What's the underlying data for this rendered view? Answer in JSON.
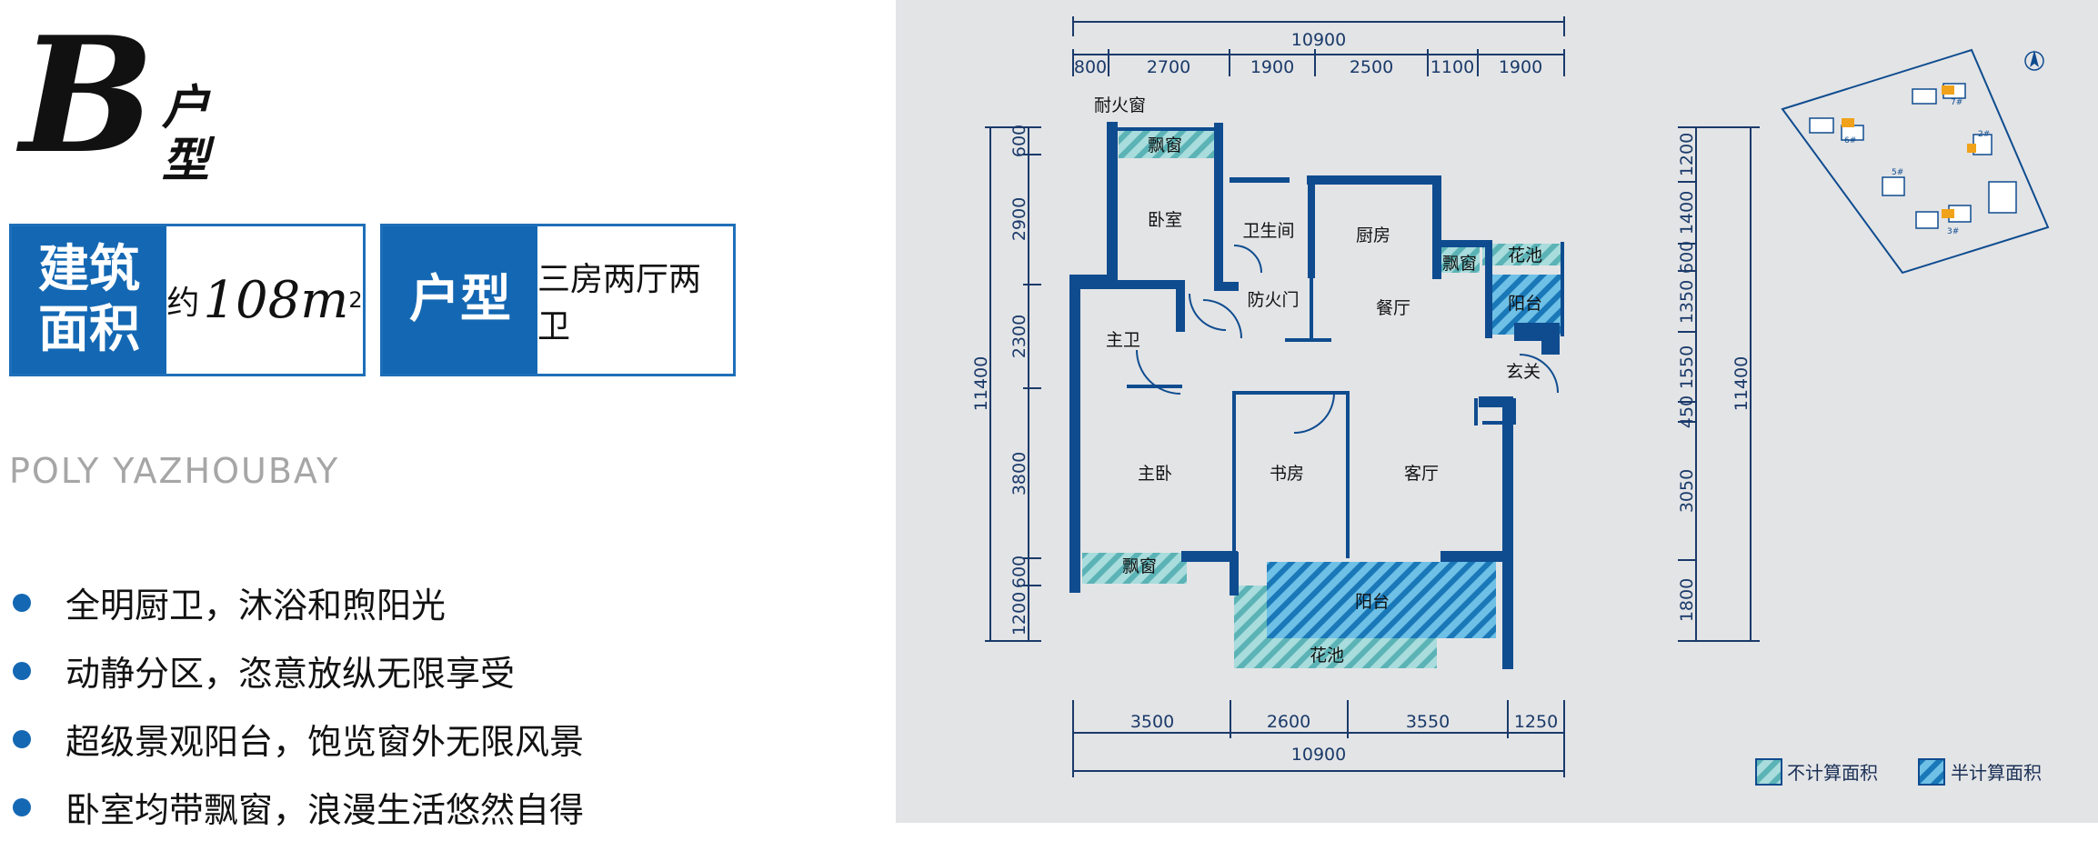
{
  "header": {
    "letter": "B",
    "type_word": "户型"
  },
  "area_box": {
    "label": "建筑\n面积",
    "prefix": "约",
    "number": "108m",
    "sup": "2"
  },
  "type_box": {
    "label": "户型",
    "value": "三房两厅两卫"
  },
  "subtitle": "POLY YAZHOUBAY",
  "features": [
    "全明厨卫，沐浴和煦阳光",
    "动静分区，恣意放纵无限享受",
    "超级景观阳台，饱览窗外无限风景",
    "卧室均带飘窗，浪漫生活悠然自得"
  ],
  "plan": {
    "top_total": "10900",
    "top_dims": [
      "800",
      "2700",
      "1900",
      "2500",
      "1100",
      "1900"
    ],
    "bottom_dims": [
      "3500",
      "2600",
      "3550",
      "1250"
    ],
    "bottom_total": "10900",
    "left_dims": [
      "600",
      "2900",
      "2300",
      "3800",
      "600",
      "1200"
    ],
    "left_total": "11400",
    "right_dims": [
      "1200",
      "1400",
      "600",
      "1350",
      "1550",
      "450",
      "3050",
      "1800"
    ],
    "right_total": "11400",
    "rooms": {
      "fire_window": "耐火窗",
      "bay_window_top": "飘窗",
      "bedroom": "卧室",
      "bathroom": "卫生间",
      "kitchen": "厨房",
      "bay_window_small": "飘窗",
      "planter_top": "花池",
      "balcony_small": "阳台",
      "fire_door": "防火门",
      "dining": "餐厅",
      "master_bath": "主卫",
      "entrance": "玄关",
      "master_bedroom": "主卧",
      "study": "书房",
      "living": "客厅",
      "bay_window_bottom": "飘窗",
      "balcony_big": "阳台",
      "planter_bottom": "花池"
    },
    "site_map": {
      "north_icon": "north-arrow-icon",
      "buildings": [
        "6#",
        "7#",
        "2#",
        "5#",
        "3#"
      ]
    }
  },
  "legend": {
    "not_counted": "不计算面积",
    "half_counted": "半计算面积"
  },
  "colors": {
    "brand_blue": "#1468b3",
    "wall_blue": "#0f4c8f",
    "hatch_teal": "#6fc2c4",
    "right_bg": "#e3e4e6"
  }
}
